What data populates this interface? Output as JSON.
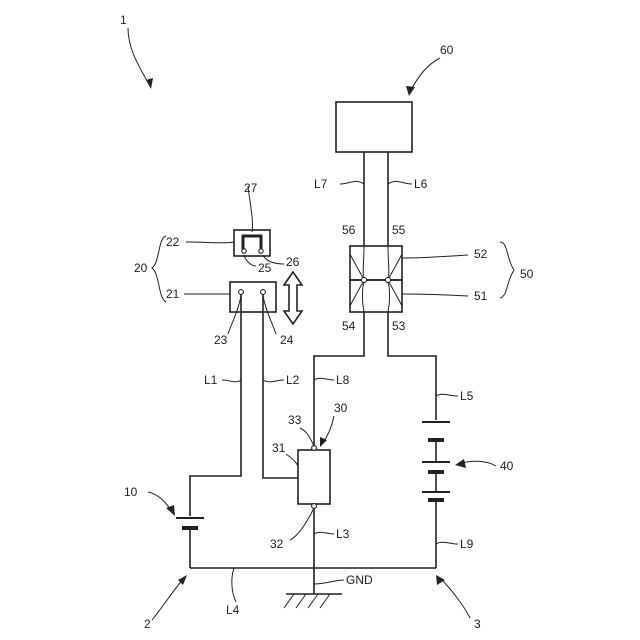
{
  "labels": {
    "fig": "1",
    "system_left": "2",
    "system_right": "3",
    "battery_left": "10",
    "connector_group": "20",
    "conn_top_box": "22",
    "conn_bottom_box": "21",
    "pin_23": "23",
    "pin_24": "24",
    "pin_25": "25",
    "pin_26": "26",
    "jumper": "27",
    "relay": "30",
    "relay_31": "31",
    "relay_32": "32",
    "relay_33": "33",
    "battery_right": "40",
    "plug_group": "50",
    "plug_51": "51",
    "plug_52": "52",
    "plug_53": "53",
    "plug_54": "54",
    "plug_55": "55",
    "plug_56": "56",
    "device": "60",
    "L1": "L1",
    "L2": "L2",
    "L3": "L3",
    "L4": "L4",
    "L5": "L5",
    "L6": "L6",
    "L7": "L7",
    "L8": "L8",
    "L9": "L9",
    "gnd": "GND"
  }
}
